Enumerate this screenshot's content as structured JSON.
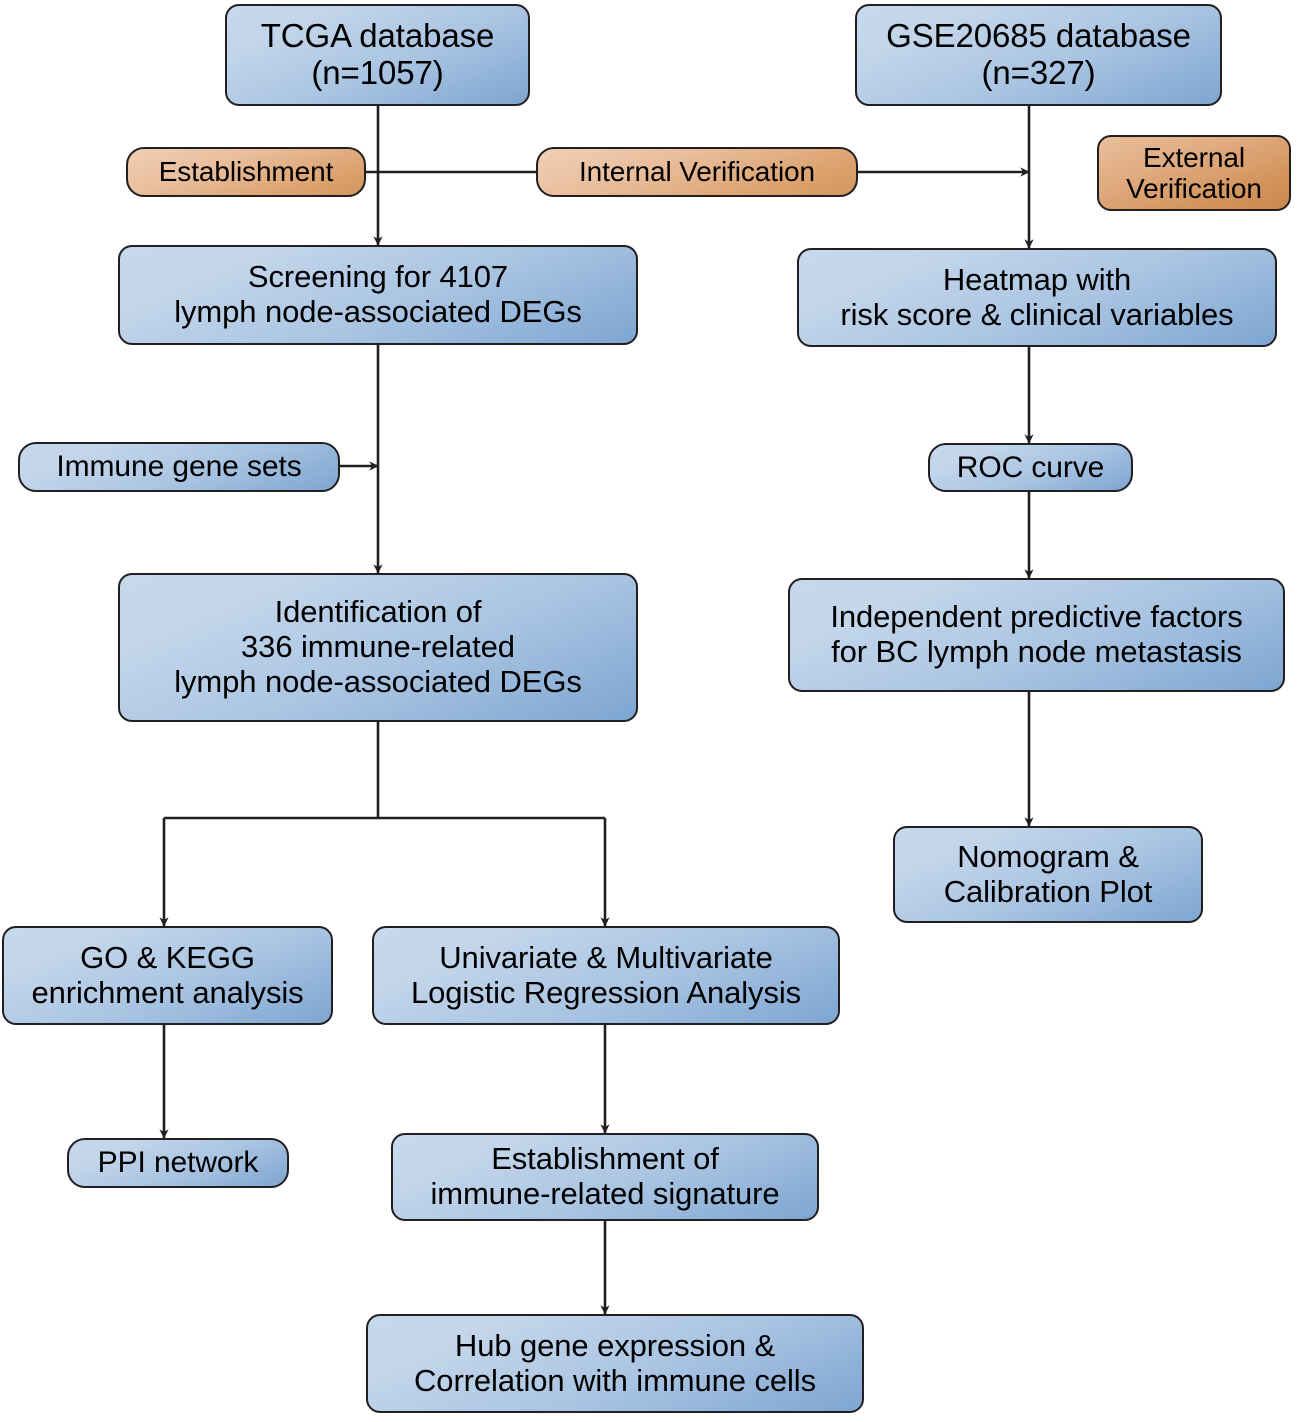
{
  "diagram": {
    "title": "Study workflow flowchart",
    "type": "flowchart",
    "background_color": "#ffffff",
    "stroke_color": "#231f20",
    "node_fill_blue": "#a9c4e2",
    "node_fill_orange": "#dda471"
  },
  "nodes": {
    "tcga_database": "TCGA database\n(n=1057)",
    "gse_database": "GSE20685 database\n(n=327)",
    "establishment_label": "Establishment",
    "internal_verification_label": "Internal Verification",
    "external_verification_label": "External\nVerification",
    "screening_degs": "Screening for 4107\nlymph node-associated DEGs",
    "heatmap": "Heatmap with\nrisk score & clinical variables",
    "immune_gene_sets": "Immune gene sets",
    "roc_curve": "ROC curve",
    "identification_degs": "Identification of\n336 immune-related\nlymph node-associated DEGs",
    "independent_factors": "Independent predictive factors\nfor BC lymph node metastasis",
    "nomogram": "Nomogram &\nCalibration Plot",
    "go_kegg": "GO & KEGG\nenrichment analysis",
    "logistic_regression": "Univariate & Multivariate\nLogistic Regression Analysis",
    "ppi_network": "PPI network",
    "immune_signature": "Establishment of\nimmune-related signature",
    "hub_gene": "Hub gene expression &\nCorrelation with immune cells"
  }
}
